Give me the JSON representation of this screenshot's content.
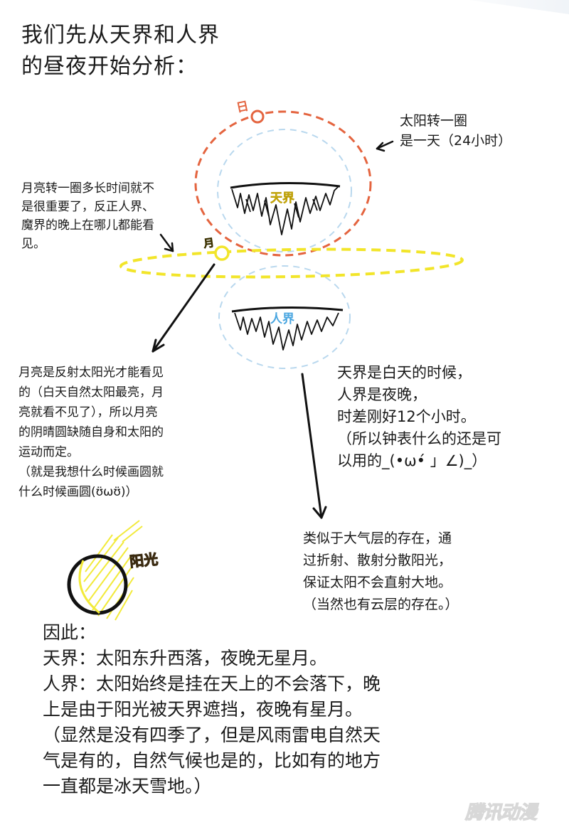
{
  "page": {
    "title": "我们先从天界和人界\n的昼夜开始分析："
  },
  "diagram": {
    "labels": {
      "sun": "日",
      "moon": "月",
      "heaven_realm": "天界",
      "human_realm": "人界",
      "sunlight": "阳光"
    },
    "colors": {
      "sun_orbit": "#e4643f",
      "moon_orbit": "#f2e52a",
      "atmosphere": "#b9d8ee",
      "heaven_label": "#f2d22a",
      "human_label": "#4aa6e0",
      "ink": "#111111"
    },
    "icons": {
      "sun": "sun-circle-icon",
      "moon": "moon-circle-icon",
      "heaven_island": "floating-island-icon",
      "human_island": "floating-island-icon",
      "lit_moon": "moon-sunlight-icon"
    }
  },
  "notes": {
    "sun_orbit": "太阳转一圈\n是一天（24小时）",
    "moon_orbit": "月亮转一圈多长时间就不\n是很重要了，反正人界、\n魔界的晚上在哪儿都能看\n见。",
    "moon_phase": "月亮是反射太阳光才能看见\n的（白天自然太阳最亮，月\n亮就看不见了），所以月亮\n的阴晴圆缺随自身和太阳的\n运动而定。\n（就是我想什么时候画圆就\n什么时候画圆(ʊ̈ωʊ̈)）",
    "day_night": "天界是白天的时候，\n人界是夜晚，\n时差刚好12个小时。\n（所以钟表什么的还是可\n以用的_(•ω•́ 」∠)_）",
    "atmosphere": "类似于大气层的存在，通\n过折射、散射分散阳光，\n保证太阳不会直射大地。\n（当然也有云层的存在。）"
  },
  "conclusion": {
    "text": "因此：\n天界：太阳东升西落，夜晚无星月。\n人界：太阳始终是挂在天上的不会落下，晚\n上是由于阳光被天界遮挡，夜晚有星月。\n（显然是没有四季了，但是风雨雷电自然天\n气是有的，自然气候也是的，比如有的地方\n一直都是冰天雪地。）"
  },
  "watermark": {
    "text": "腾讯动漫"
  }
}
